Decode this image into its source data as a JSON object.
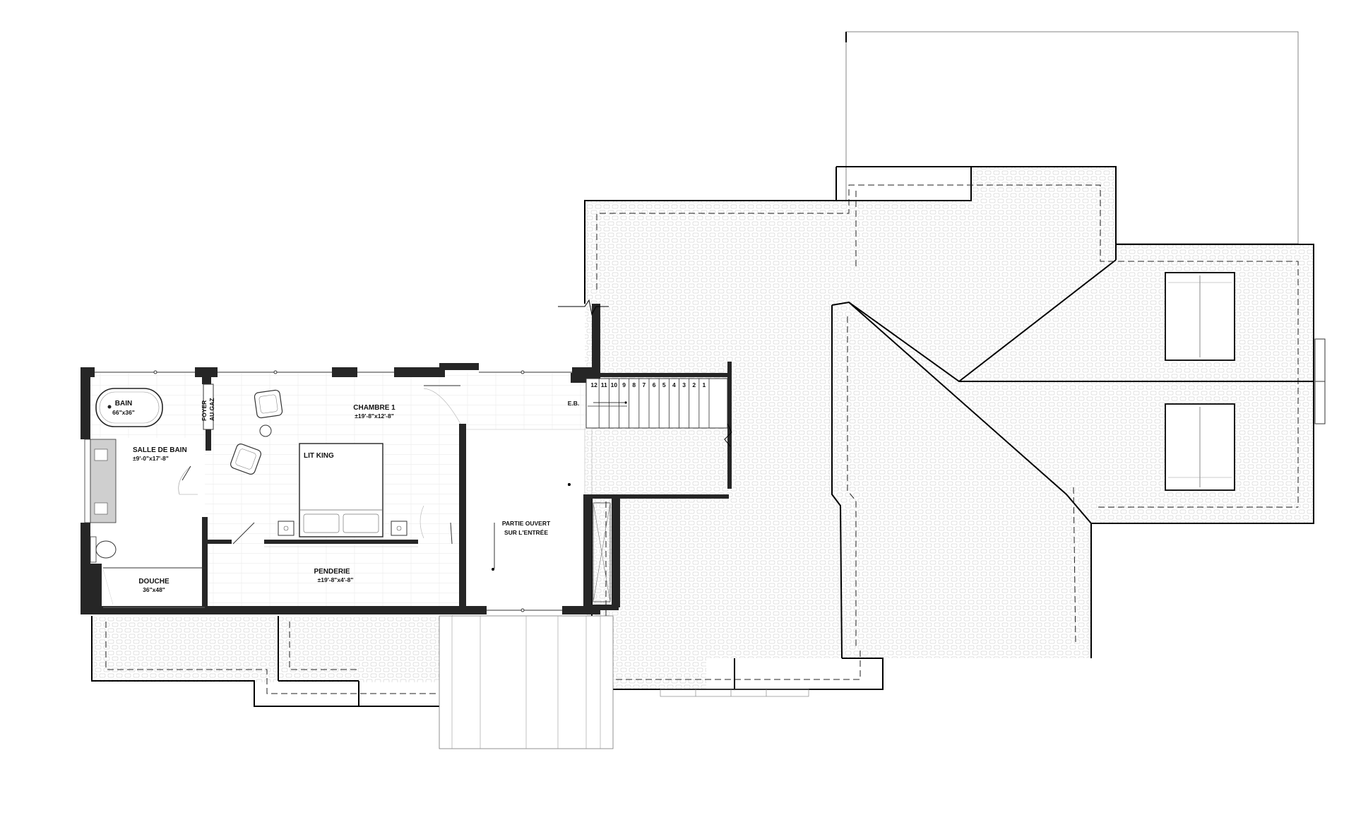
{
  "rooms": {
    "bath_label": "SALLE DE BAIN",
    "bath_dim": "±9'-0\"x17'-8\"",
    "tub_label": "BAIN",
    "tub_dim": "66\"x36\"",
    "fireplace_line1": "FOYER",
    "fireplace_line2": "AU GAZ",
    "bedroom_label": "CHAMBRE 1",
    "bedroom_dim": "±19'-8\"x12'-8\"",
    "bed_label": "LIT KING",
    "closet_label": "PENDERIE",
    "closet_dim": "±19'-8\"x4'-8\"",
    "shower_label": "DOUCHE",
    "shower_dim": "36\"x48\"",
    "open_line1": "PARTIE OUVERT",
    "open_line2": "SUR L'ENTRÉE",
    "eb_label": "E.B."
  },
  "stair_steps": [
    "12",
    "11",
    "10",
    "9",
    "8",
    "7",
    "6",
    "5",
    "4",
    "3",
    "2",
    "1"
  ],
  "colors": {
    "wall": "#262626",
    "roof_pattern": "#d9d9d9",
    "line": "#000000"
  }
}
